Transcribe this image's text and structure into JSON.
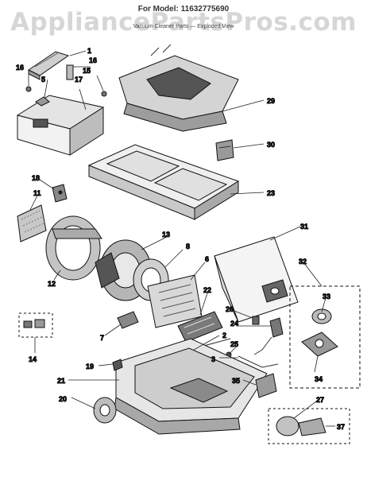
{
  "header": {
    "watermark": "AppliancePartsPros.com",
    "model": "For Model: 11632775690",
    "subtitle": "Vacuum Cleaner Parts — Exploded View"
  },
  "part_labels": [
    "1",
    "5",
    "16",
    "16",
    "15",
    "17",
    "29",
    "30",
    "23",
    "18",
    "11",
    "13",
    "8",
    "6",
    "12",
    "31",
    "32",
    "33",
    "7",
    "22",
    "26",
    "24",
    "2",
    "25",
    "14",
    "19",
    "3",
    "21",
    "35",
    "34",
    "20",
    "27",
    "37"
  ]
}
